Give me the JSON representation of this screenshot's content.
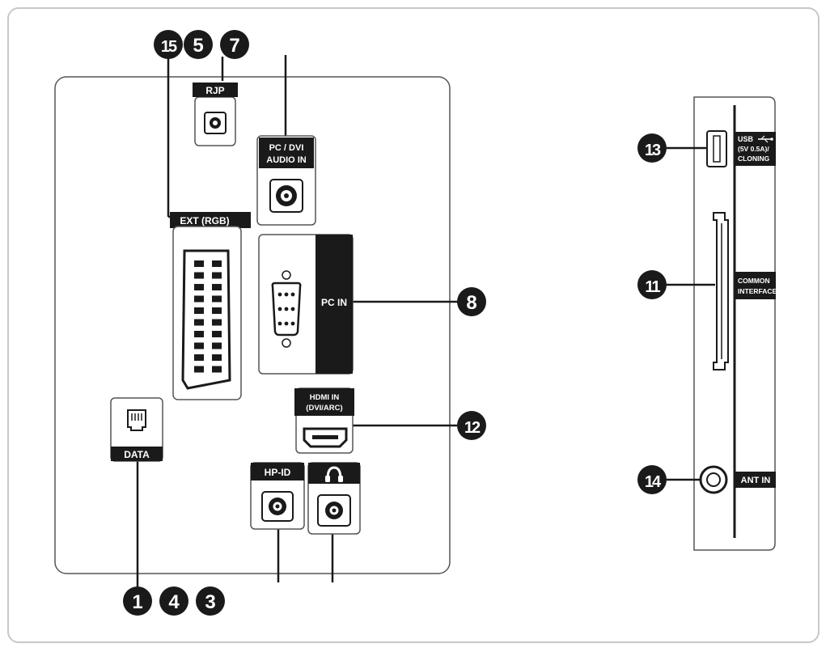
{
  "colors": {
    "ink": "#1a1a1a",
    "label_bg": "#1a1a1a",
    "label_text": "#ffffff",
    "panel_stroke": "#555555",
    "frame": "#c8c8c8"
  },
  "labels": {
    "rjp": "RJP",
    "pc_dvi_line1": "PC / DVI",
    "pc_dvi_line2": "AUDIO IN",
    "ext_rgb": "EXT (RGB)",
    "pc_in": "PC IN",
    "hdmi_line1": "HDMI IN",
    "hdmi_line2": "(DVI/ARC)",
    "data": "DATA",
    "hp_id": "HP-ID",
    "usb_line1": "USB",
    "usb_line2": "(5V 0.5A)/",
    "usb_line3": "CLONING",
    "common_line1": "COMMON",
    "common_line2": "INTERFACE",
    "ant_in": "ANT IN"
  },
  "callouts": {
    "n15": "15",
    "n5": "5",
    "n7": "7",
    "n8": "8",
    "n12": "12",
    "n1": "1",
    "n4": "4",
    "n3": "3",
    "n13": "13",
    "n11": "11",
    "n14": "14"
  },
  "icons": {
    "headphone": "headphone-icon",
    "usb": "usb-icon",
    "rj45": "rj45-icon"
  }
}
